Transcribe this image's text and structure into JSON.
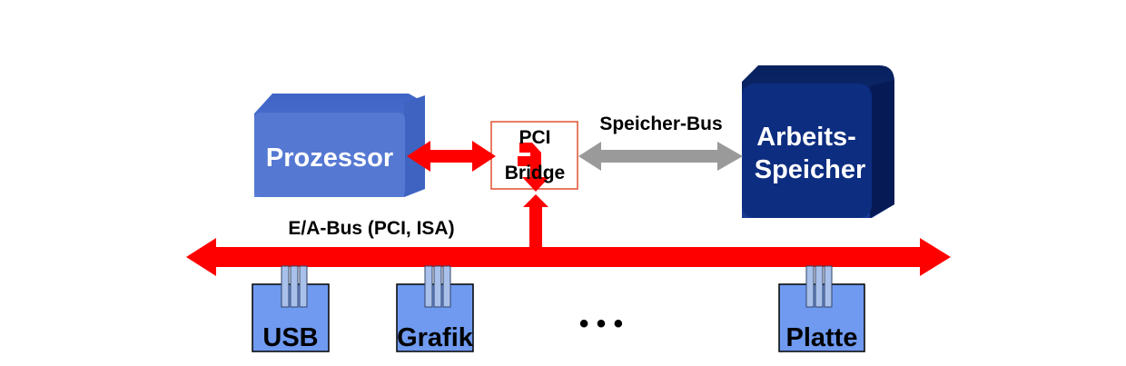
{
  "nodes": {
    "processor": {
      "label": "Prozessor",
      "color": "#5b7fd6"
    },
    "pci_bridge": {
      "line1": "PCI",
      "line2": "Bridge"
    },
    "memory": {
      "line1": "Arbeits-",
      "line2": "Speicher",
      "color": "#0a2a78"
    }
  },
  "buses": {
    "memory_bus": {
      "label": "Speicher-Bus",
      "color": "#999999"
    },
    "io_bus": {
      "label": "E/A-Bus (PCI, ISA)",
      "color": "#ff0000"
    }
  },
  "devices": [
    {
      "label": "USB"
    },
    {
      "label": "Grafik"
    },
    {
      "label": "Platte"
    }
  ],
  "ellipsis": "• • •",
  "colors": {
    "device_fill": "#6f9af0",
    "slot_fill": "#8fb0e8"
  }
}
